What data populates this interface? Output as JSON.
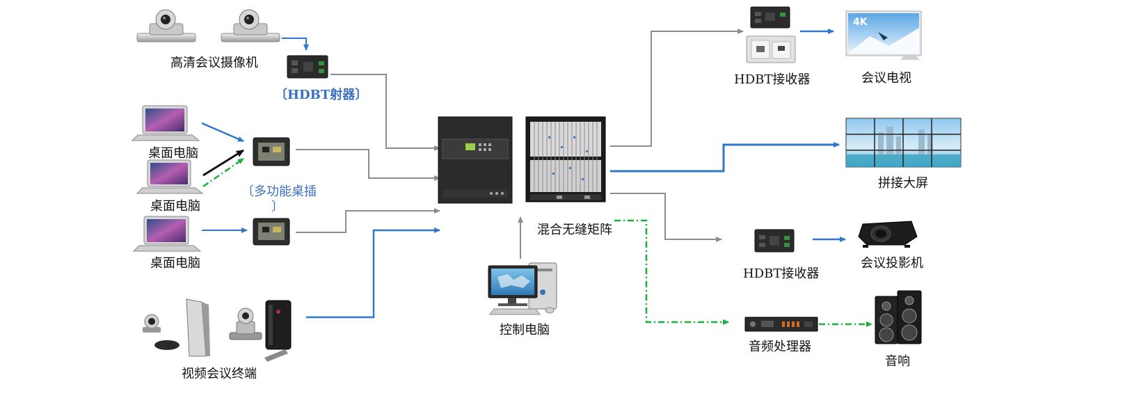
{
  "labels": {
    "hd_camera": "高清会议摄像机",
    "hdbt_tx": "〔HDBT射器〕",
    "desktop_pc": "桌面电脑",
    "multi_socket_line1": "〔多功能桌插",
    "multi_socket_line2": "〕",
    "video_conf_terminal": "视频会议终端",
    "hybrid_matrix": "混合无缝矩阵",
    "control_pc": "控制电脑",
    "hdbt_rx": "HDBT接收器",
    "meeting_tv": "会议电视",
    "video_wall": "拼接大屏",
    "projector": "会议投影机",
    "audio_processor": "音频处理器",
    "speakers": "音响",
    "tv_badge": "4K"
  },
  "colors": {
    "gray_line": "#8c8c8c",
    "blue_line": "#2f77c9",
    "green_dashdot": "#18b03a",
    "black_arrow": "#111111",
    "device_dark": "#2b2b2b",
    "label_blue": "#3a6fc2"
  }
}
